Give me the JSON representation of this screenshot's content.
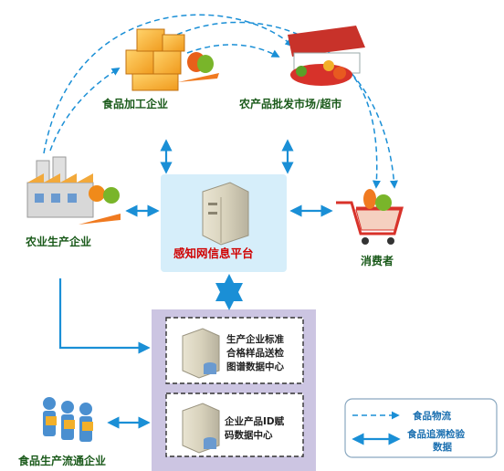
{
  "nodes": {
    "food_processing": "食品加工企业",
    "wholesale_market": "农产品批发市场/超市",
    "agri_production": "农业生产企业",
    "consumer": "消费者",
    "platform": "感知网信息平台",
    "circulation": "食品生产流通企业"
  },
  "data_centers": {
    "center1": [
      "生产企业标准",
      "合格样品送检",
      "图谱数据中心"
    ],
    "center2": [
      "企业产品ID赋",
      "码数据中心"
    ]
  },
  "legend": {
    "logistics": "食品物流",
    "trace": [
      "食品追溯检验",
      "数据"
    ]
  },
  "colors": {
    "arrow": "#1a8fd6",
    "label_green": "#1a5a1a",
    "platform_label": "#d00000",
    "platform_bg": "#d6eefa",
    "db_panel_bg": "#ccc5e2"
  }
}
